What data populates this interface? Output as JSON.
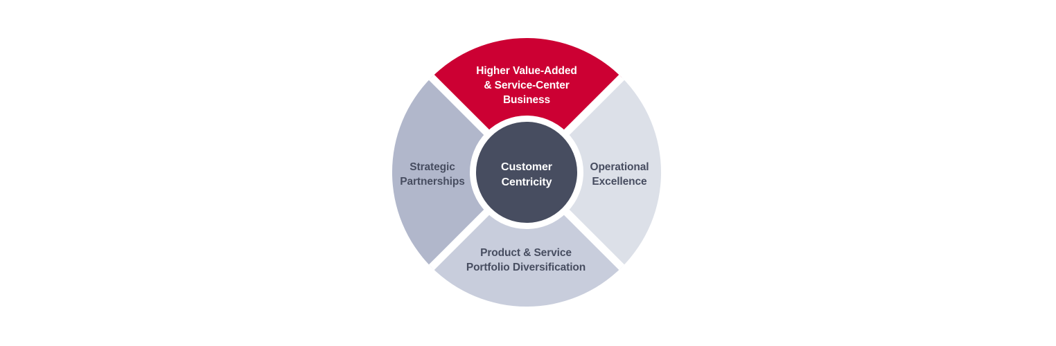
{
  "diagram": {
    "type": "donut-quadrant-wheel",
    "hub": {
      "line1": "Customer",
      "line2": "Centricity",
      "fill_color": "#474d60",
      "text_color": "#ffffff"
    },
    "segments": [
      {
        "id": "higher-value-added",
        "position": "top",
        "fill_color": "#cc0033",
        "text_color": "#ffffff",
        "lines": [
          "Higher Value-Added",
          "& Service-Center",
          "Business"
        ]
      },
      {
        "id": "operational-excellence",
        "position": "right",
        "fill_color": "#dce0e8",
        "text_color": "#474d60",
        "lines": [
          "Operational",
          "Excellence"
        ]
      },
      {
        "id": "product-service-portfolio-diversification",
        "position": "bottom",
        "fill_color": "#c8cddc",
        "text_color": "#474d60",
        "lines": [
          "Product & Service",
          "Portfolio Diversification"
        ]
      },
      {
        "id": "strategic-partnerships",
        "position": "left",
        "fill_color": "#b1b7cb",
        "text_color": "#474d60",
        "lines": [
          "Strategic",
          "Partnerships"
        ]
      }
    ],
    "background_color": "#ffffff",
    "gap_color": "#ffffff"
  }
}
